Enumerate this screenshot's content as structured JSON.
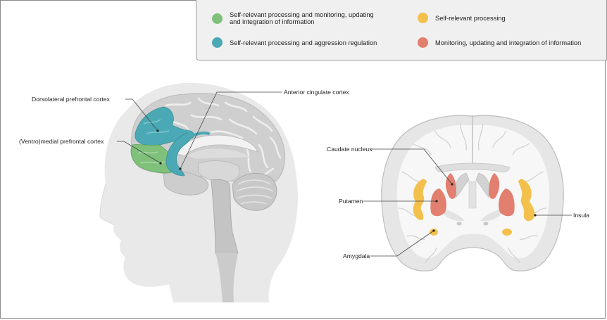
{
  "legend": {
    "items": [
      {
        "label": "Self-relevant processing and monitoring, updating\nand integration of information",
        "color": "#7fc07b"
      },
      {
        "label": "Self-relevant processing and aggression regulation",
        "color": "#4aa9b5"
      },
      {
        "label": "Self-relevant processing",
        "color": "#f4c04c"
      },
      {
        "label": "Monitoring, updating and integration of information",
        "color": "#e27f6f"
      }
    ]
  },
  "sagittal": {
    "labels": {
      "dlpfc": "Dorsolateral prefrontal cortex",
      "vmpfc": "(Ventro)medial prefrontal cortex",
      "acc": "Anterior cingulate cortex"
    }
  },
  "coronal": {
    "labels": {
      "caudate": "Caudate nucleus",
      "putamen": "Putamen",
      "amygdala": "Amygdala",
      "insula": "Insula"
    }
  }
}
